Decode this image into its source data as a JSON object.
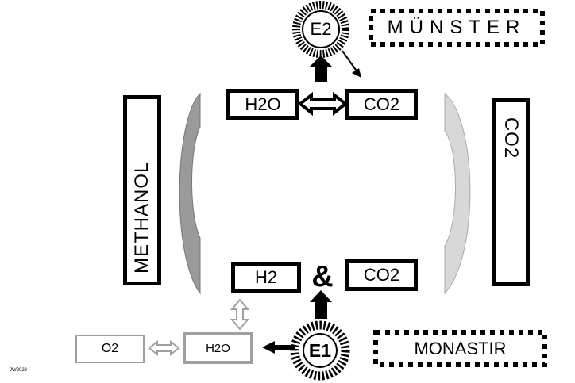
{
  "nodes": {
    "e2": "E2",
    "e1": "E1",
    "muenster": "MÜNSTER",
    "monastir": "MONASTIR",
    "h2o_top": "H2O",
    "co2_top": "CO2",
    "h2": "H2",
    "co2_bottom": "CO2",
    "ampersand": "&",
    "methanol": "METHANOL",
    "co2_right": "CO2",
    "o2": "O2",
    "h2o_bottom": "H2O",
    "credit": "JW2023"
  },
  "colors": {
    "black": "#000000",
    "left_lens": "#9a9a9a",
    "right_lens": "#d8d8d8",
    "faded": "#a0a0a0"
  }
}
